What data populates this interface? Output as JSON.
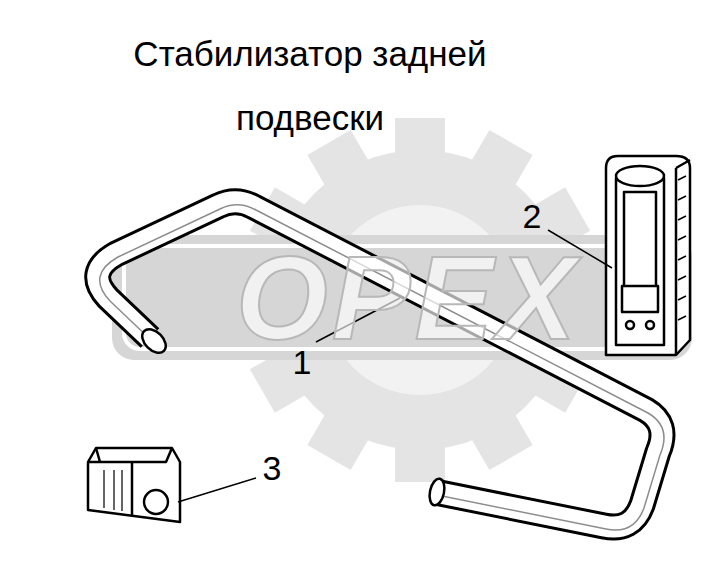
{
  "diagram": {
    "title": "Стабилизатор задней подвески",
    "labels": [
      "2",
      "OPEX",
      "1",
      "3"
    ]
  }
}
